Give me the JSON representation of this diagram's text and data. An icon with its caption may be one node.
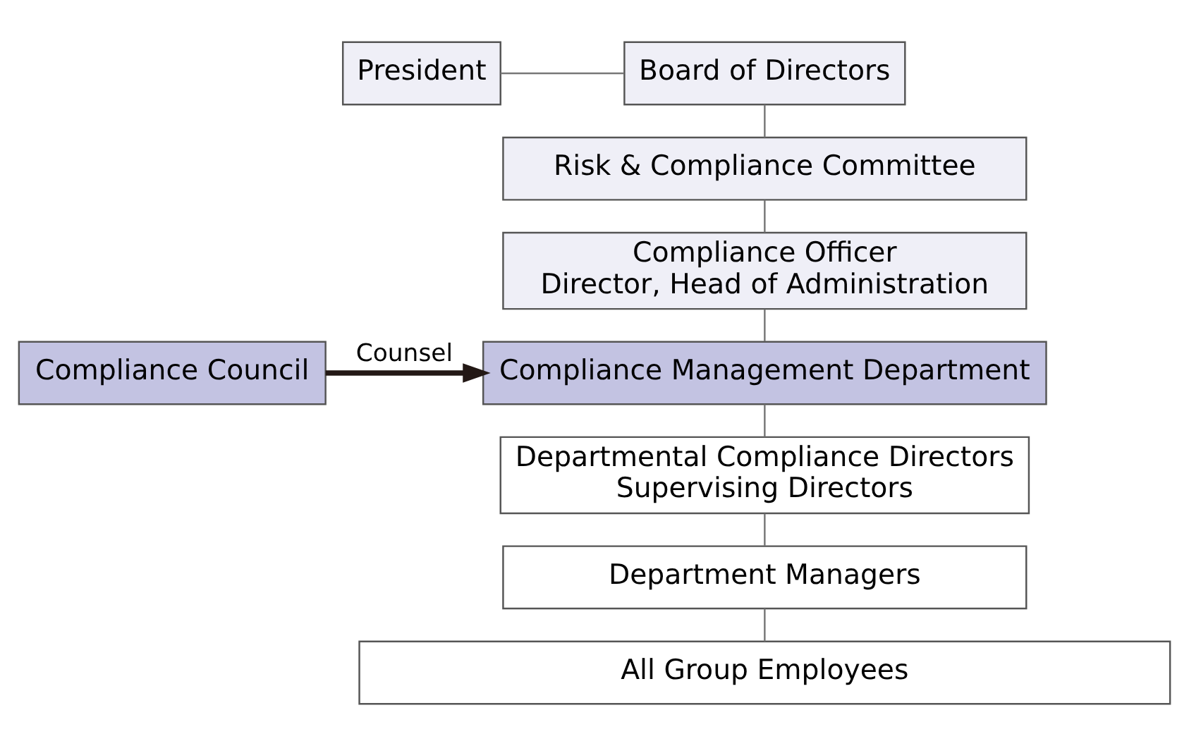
{
  "diagram": {
    "nodes": [
      {
        "text": [
          "President"
        ]
      },
      {
        "text": [
          "Board of Directors"
        ]
      },
      {
        "text": [
          "Risk & Compliance Committee"
        ]
      },
      {
        "text": [
          "Compliance Officer",
          "Director, Head of Administration"
        ]
      },
      {
        "text": [
          "Compliance Management Department"
        ]
      },
      {
        "text": [
          "Compliance Council"
        ]
      },
      {
        "text": [
          "Departmental Compliance Directors",
          "Supervising Directors"
        ]
      },
      {
        "text": [
          "Department Managers"
        ]
      },
      {
        "text": [
          "All Group Employees"
        ]
      }
    ],
    "edges": [
      {
        "from": 0,
        "to": 1,
        "arrow": "none"
      },
      {
        "from": 1,
        "to": 2,
        "arrow": "none"
      },
      {
        "from": 2,
        "to": 3,
        "arrow": "none"
      },
      {
        "from": 3,
        "to": 4,
        "arrow": "none"
      },
      {
        "from": 5,
        "to": 4,
        "arrow": "to",
        "label": "Counsel",
        "style": "thick",
        "color": "#231815"
      },
      {
        "from": 4,
        "to": 6,
        "arrow": "none"
      },
      {
        "from": 6,
        "to": 7,
        "arrow": "none"
      },
      {
        "from": 7,
        "to": 8,
        "arrow": "none"
      }
    ]
  }
}
